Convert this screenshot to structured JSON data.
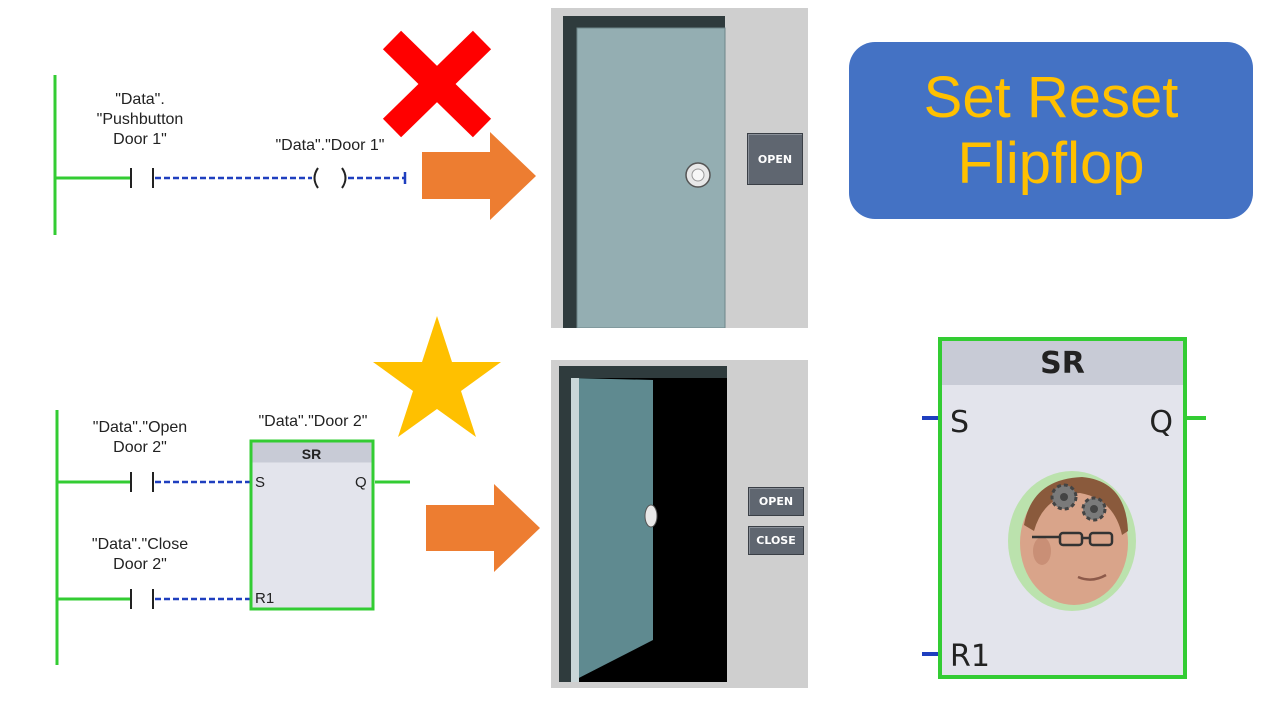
{
  "title": {
    "line1": "Set Reset",
    "line2": "Flipflop"
  },
  "rung1": {
    "contact_label": [
      "\"Data\".",
      "\"Pushbutton",
      "Door 1\""
    ],
    "coil_label": "\"Data\".\"Door 1\""
  },
  "rung2": {
    "open_label": [
      "\"Data\".\"Open",
      "Door 2\""
    ],
    "close_label": [
      "\"Data\".\"Close",
      "Door 2\""
    ],
    "block_label": "\"Data\".\"Door 2\"",
    "block_title": "SR",
    "pin_s": "S",
    "pin_q": "Q",
    "pin_r1": "R1"
  },
  "hmi1": {
    "open_button": "OPEN"
  },
  "hmi2": {
    "open_button": "OPEN",
    "close_button": "CLOSE"
  },
  "big_block": {
    "title": "SR",
    "pin_s": "S",
    "pin_q": "Q",
    "pin_r1": "R1"
  },
  "colors": {
    "rail": "#33cc33",
    "wire": "#1f3fbf",
    "arrow": "#ed7d31",
    "cross": "#ff0000",
    "star": "#ffc000",
    "title_bg": "#4472c4",
    "title_text": "#ffc000"
  }
}
